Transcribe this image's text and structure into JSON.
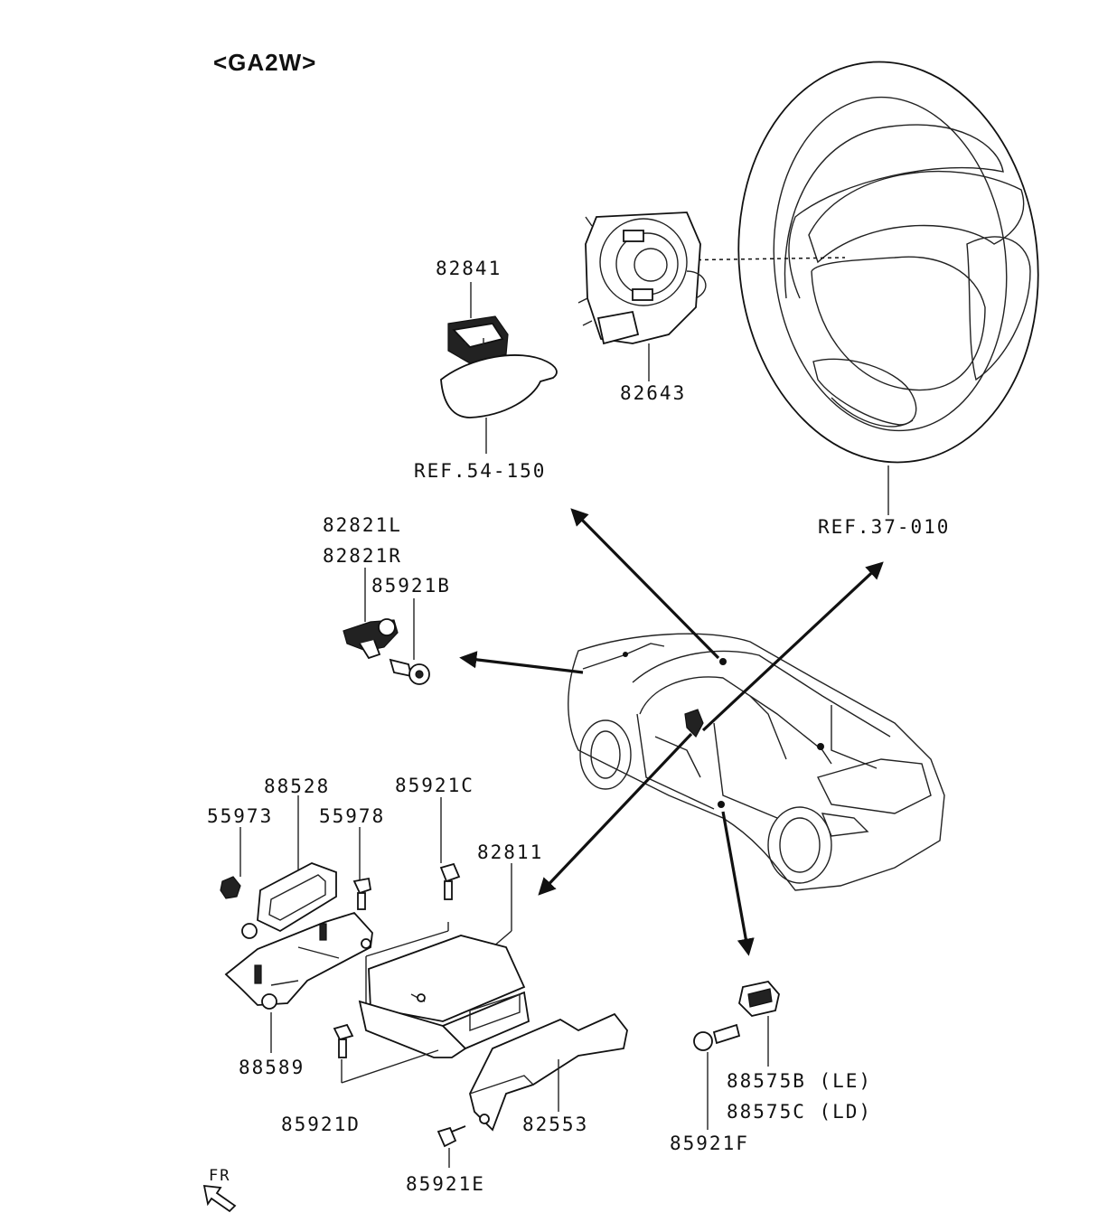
{
  "header": {
    "title": "<GA2W>"
  },
  "labels": {
    "p82841": "82841",
    "p82643": "82643",
    "ref54": "REF.54-150",
    "ref37": "REF.37-010",
    "p82821L": "82821L",
    "p82821R": "82821R",
    "p85921B": "85921B",
    "p88528": "88528",
    "p55973": "55973",
    "p55978": "55978",
    "p85921C": "85921C",
    "p82811": "82811",
    "p88589": "88589",
    "p85921D": "85921D",
    "p82553": "82553",
    "p85921E": "85921E",
    "p88575B": "88575B (LE)",
    "p88575C": "88575C (LD)",
    "p85921F": "85921F",
    "fr": "FR"
  }
}
